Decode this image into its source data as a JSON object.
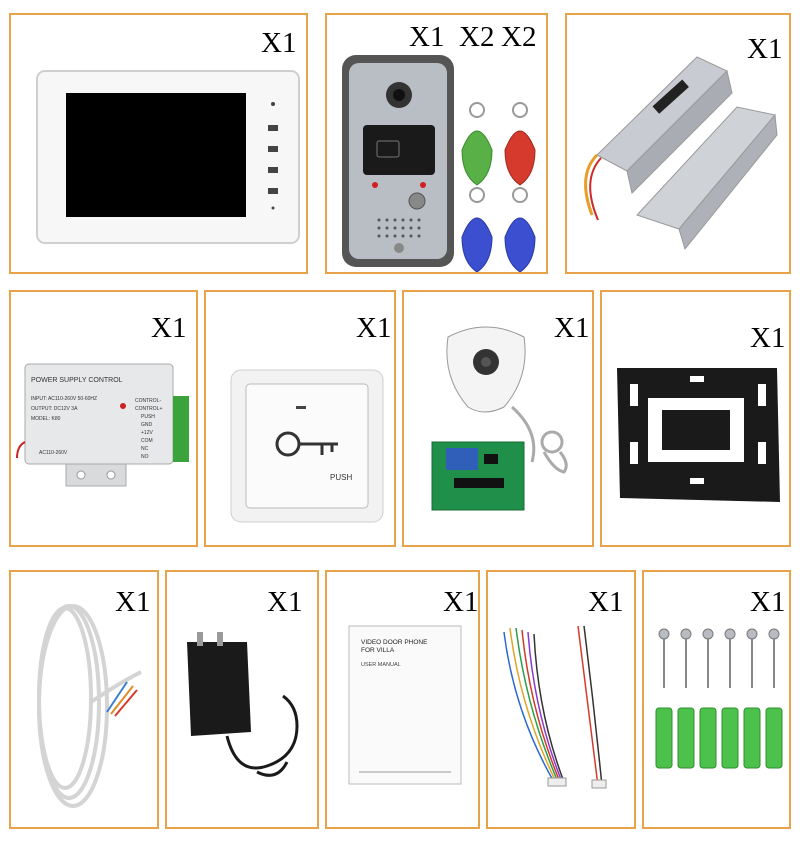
{
  "grid": {
    "border_color": "#e8a34a"
  },
  "items": {
    "monitor": {
      "qty": "X1"
    },
    "door_station": {
      "qty": [
        "X1",
        "X2",
        "X2"
      ]
    },
    "bolt_lock": {
      "qty": "X1"
    },
    "power_supply": {
      "qty": "X1",
      "labels": {
        "title": "POWER SUPPLY CONTROL",
        "input": "INPUT: AC110-260V 50-60HZ",
        "output": "OUTPUT: DC12V 3A",
        "model": "MODEL: K80",
        "ac": "AC110-260V",
        "terminals": [
          "CONTROL-",
          "CONTROL+",
          "PUSH",
          "GND",
          "+12V",
          "COM",
          "NC",
          "NO"
        ]
      }
    },
    "exit_button": {
      "qty": "X1",
      "label": "PUSH"
    },
    "remote_kit": {
      "qty": "X1"
    },
    "mount_bracket": {
      "qty": "X1"
    },
    "cable": {
      "qty": "X1"
    },
    "adapter": {
      "qty": "X1"
    },
    "manual": {
      "qty": "X1",
      "title_lines": [
        "VIDEO DOOR PHONE",
        "FOR VILLA"
      ],
      "subtitle": "USER MANUAL"
    },
    "wires": {
      "qty": "X1"
    },
    "screws": {
      "qty": "X1"
    }
  }
}
